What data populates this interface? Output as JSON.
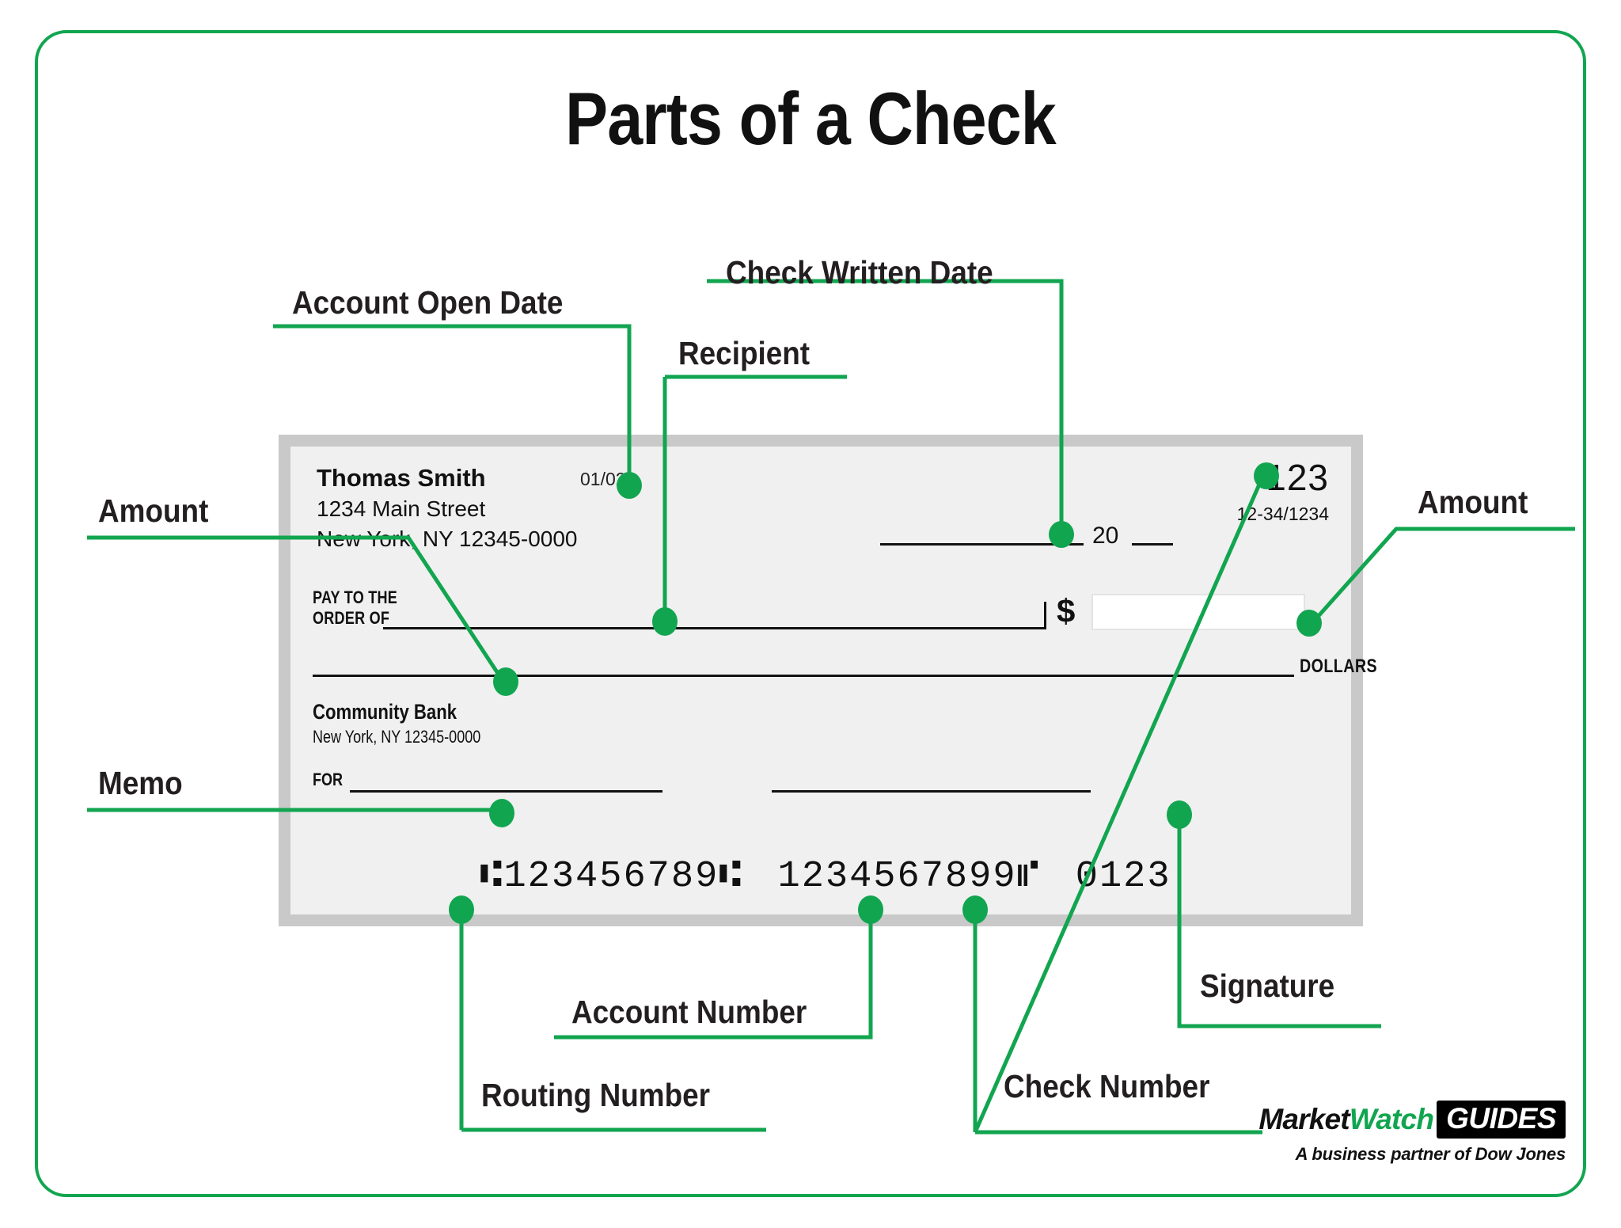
{
  "page": {
    "title": "Parts of a Check",
    "accent_green": "#12a550",
    "check_frame_color": "#c9c9c9",
    "check_body_color": "#f0f0f0"
  },
  "check": {
    "payer_name": "Thomas Smith",
    "payer_street": "1234 Main Street",
    "payer_city": "New York, NY 12345-0000",
    "account_open_date": "01/02",
    "check_number": "123",
    "fractional_routing": "12-34/1234",
    "date_year_prefix": "20",
    "pay_to_label_line1": "PAY TO THE",
    "pay_to_label_line2": "ORDER OF",
    "dollar_symbol": "$",
    "amount_value": "",
    "dollars_label": "DOLLARS",
    "bank_name": "Community Bank",
    "bank_city": "New York, NY 12345-0000",
    "for_label": "FOR",
    "memo_value": "",
    "signature_value": "",
    "micr": {
      "routing_open": "⑆",
      "routing_number": "123456789",
      "routing_close": "⑆",
      "account_number": "123456789",
      "account_close": "9⑈",
      "check_number": "0123",
      "full": "⑆123456789⑆ 1234567899⑈ 0123"
    }
  },
  "callouts": [
    {
      "id": "account-open-date",
      "label": "Account Open Date"
    },
    {
      "id": "check-written-date",
      "label": "Check Written Date"
    },
    {
      "id": "recipient",
      "label": "Recipient"
    },
    {
      "id": "amount-left",
      "label": "Amount"
    },
    {
      "id": "amount-right",
      "label": "Amount"
    },
    {
      "id": "memo",
      "label": "Memo"
    },
    {
      "id": "account-number",
      "label": "Account Number"
    },
    {
      "id": "routing-number",
      "label": "Routing Number"
    },
    {
      "id": "check-number",
      "label": "Check Number"
    },
    {
      "id": "signature",
      "label": "Signature"
    }
  ],
  "logo": {
    "market": "Market",
    "watch": "Watch",
    "guides": "GUIDES",
    "tagline": "A business partner of Dow Jones"
  }
}
